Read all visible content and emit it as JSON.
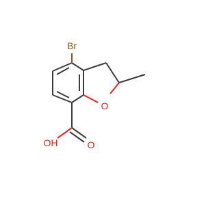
{
  "molecule": {
    "atoms": {
      "bromine": {
        "label": "Br",
        "color": "#9a4f12"
      },
      "ring_oxygen": {
        "label": "O",
        "color": "#e8261f"
      },
      "carbonyl_oxygen": {
        "label": "O",
        "color": "#e8261f"
      },
      "hydroxyl": {
        "label": "OH",
        "color": "#e8261f"
      }
    },
    "bond_color": "#3b3b3b"
  }
}
